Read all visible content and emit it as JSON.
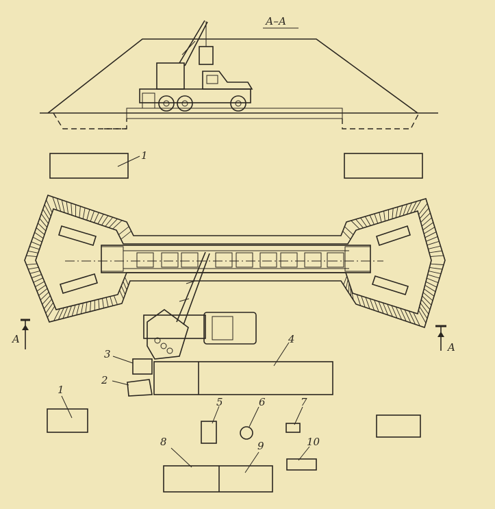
{
  "section_label": "А–А",
  "cut_marks": {
    "left": "A",
    "right": "A"
  },
  "callouts": [
    {
      "id": "bin-top",
      "text": "1"
    },
    {
      "id": "bin-left",
      "text": "1"
    },
    {
      "id": "c2",
      "text": "2"
    },
    {
      "id": "c3",
      "text": "3"
    },
    {
      "id": "c4",
      "text": "4"
    },
    {
      "id": "c5",
      "text": "5"
    },
    {
      "id": "c6",
      "text": "6"
    },
    {
      "id": "c7",
      "text": "7"
    },
    {
      "id": "c8",
      "text": "8"
    },
    {
      "id": "c9",
      "text": "9"
    },
    {
      "id": "c10",
      "text": "10"
    }
  ],
  "colors": {
    "paper": "#f1e7b9",
    "ink": "#2a2620"
  }
}
